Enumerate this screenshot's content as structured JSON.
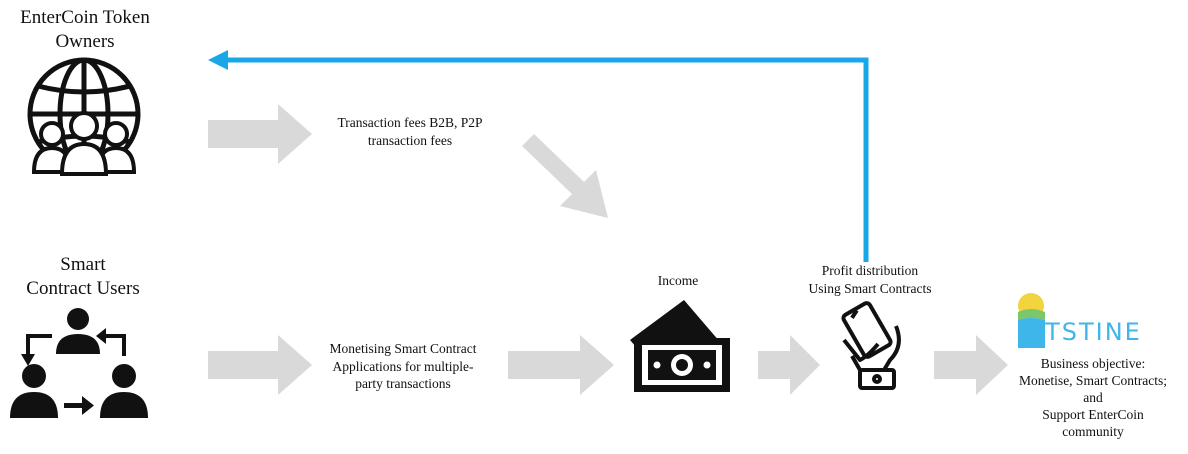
{
  "actors": {
    "token_owners": {
      "line1": "EnterCoin Token",
      "line2": "Owners",
      "icon": "globe-people-icon"
    },
    "contract_users": {
      "line1": "Smart",
      "line2": "Contract Users",
      "icon": "people-exchange-icon"
    }
  },
  "flows": {
    "fees": {
      "line1": "Transaction fees B2B, P2P",
      "line2": "transaction fees"
    },
    "monetising": {
      "line1": "Monetising Smart Contract",
      "line2": "Applications for multiple-",
      "line3": "party transactions"
    }
  },
  "nodes": {
    "income": {
      "label": "Income",
      "icon": "banknotes-icon"
    },
    "profit": {
      "line1": "Profit distribution",
      "line2": "Using Smart Contracts",
      "icon": "hand-phone-icon"
    }
  },
  "bitstine": {
    "logo_text": "ITSTINE",
    "objective": {
      "line1": "Business objective:",
      "line2": "Monetise, Smart Contracts;",
      "line3": "and",
      "line4": "Support EnterCoin",
      "line5": "community"
    }
  },
  "colors": {
    "flow_arrow": "#d9d9d9",
    "feedback_arrow": "#1aa7e8",
    "logo_blue": "#3fb6e9",
    "logo_yellow": "#f2d43f",
    "logo_green": "#7cc66b"
  }
}
